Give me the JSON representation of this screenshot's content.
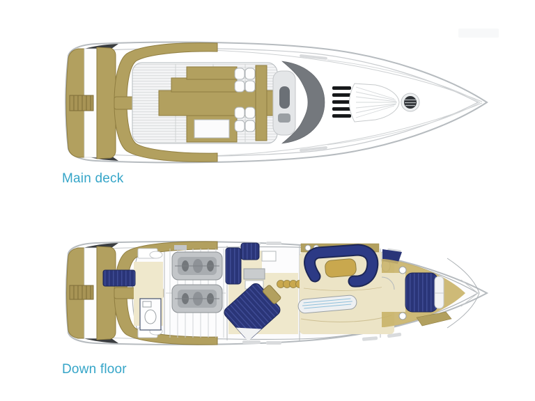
{
  "page": {
    "background_color": "#ffffff",
    "accent_text_color": "#35a5c8"
  },
  "plans": [
    {
      "id": "main-deck",
      "label": "Main deck"
    },
    {
      "id": "down-floor",
      "label": "Down floor"
    }
  ],
  "palette": {
    "hull_outline": "#b6bbbf",
    "teak_tan": "#b2a05f",
    "teak_tan_dark": "#8f7d40",
    "upholstery_navy": "#2a3578",
    "navy_stripe": "#44519c",
    "floor_cream": "#ece4c6",
    "table_gold": "#c9a84e",
    "windshield_gray": "#74787d",
    "vent_black": "#17191b",
    "water_stripe_blue": "#8fc0dc"
  }
}
